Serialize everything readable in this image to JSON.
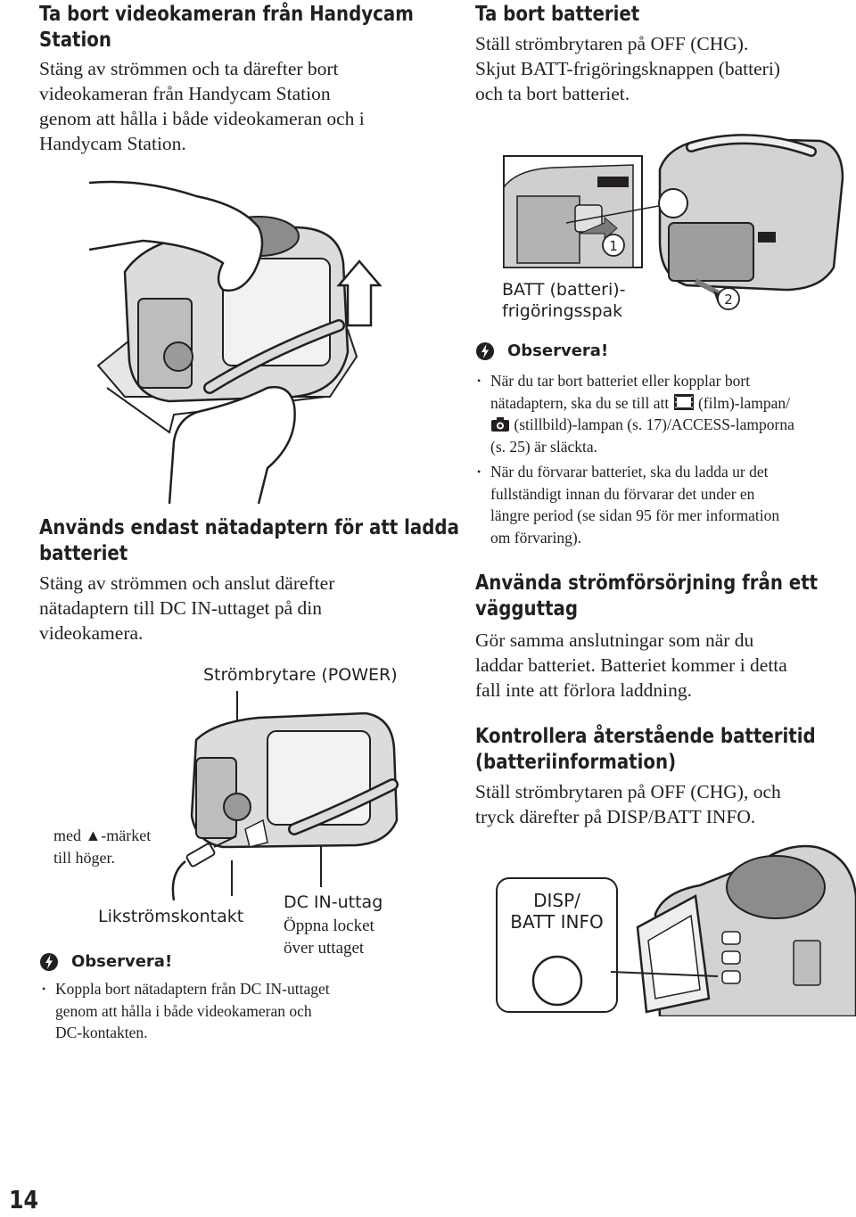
{
  "sec1": {
    "title": [
      "Ta bort videokameran från Handycam",
      "Station"
    ],
    "body": [
      "Stäng av strömmen och ta därefter bort",
      "videokameran från Handycam Station",
      "genom att hålla i både videokameran och i",
      "Handycam Station."
    ]
  },
  "sec2": {
    "title": [
      "Används endast nätadaptern för att ladda",
      "batteriet"
    ],
    "body": [
      "Stäng av strömmen och anslut därefter",
      "nätadaptern till DC IN-uttaget på din",
      "videokamera."
    ]
  },
  "fig2": {
    "power_label": "Strömbrytare (POWER)",
    "mark_label": [
      "med ▲-märket",
      "till höger."
    ],
    "dc_plug_label": "Likströmskontakt",
    "dc_in_label": "DC IN-uttag",
    "lid_label": [
      "Öppna locket",
      "över uttaget"
    ]
  },
  "note_left": {
    "title": "Observera!",
    "bullets": [
      [
        "Koppla bort nätadaptern från DC IN-uttaget",
        "genom att hålla i både videokameran och",
        "DC-kontakten."
      ]
    ]
  },
  "sec3": {
    "title": "Ta bort batteriet",
    "body": [
      "Ställ strömbrytaren på OFF (CHG).",
      "Skjut BATT-frigöringsknappen (batteri)",
      "och ta bort batteriet."
    ]
  },
  "fig3": {
    "release_label": [
      "BATT (batteri)-",
      "frigöringsspak"
    ],
    "step1": "1",
    "step2": "2"
  },
  "note_right": {
    "title": "Observera!",
    "bullet1": {
      "line1": "När du tar bort batteriet eller kopplar bort",
      "line2a": "nätadaptern, ska du se till att ",
      "line2b": " (film)-lampan/",
      "line3": " (stillbild)-lampan (s. 17)/ACCESS-lamporna",
      "line4": "(s. 25) är släckta."
    },
    "bullet2": [
      "När du förvarar batteriet, ska du ladda ur det",
      "fullständigt innan du förvarar det under en",
      "längre period (se sidan 95 för mer information",
      "om förvaring)."
    ]
  },
  "sec4": {
    "title": [
      "Använda strömförsörjning från ett",
      "vägguttag"
    ],
    "body": [
      "Gör samma anslutningar som när du",
      "laddar batteriet. Batteriet kommer i detta",
      "fall inte att förlora laddning."
    ]
  },
  "sec5": {
    "title": [
      "Kontrollera återstående batteritid",
      "(batteriinformation)"
    ],
    "body": [
      "Ställ strömbrytaren på OFF (CHG), och",
      "tryck därefter på DISP/BATT INFO."
    ]
  },
  "fig5": {
    "button_label": [
      "DISP/",
      "BATT INFO"
    ]
  },
  "page_number": "14",
  "icons": [
    "camera-on-station-illustration",
    "film-mode-icon",
    "still-camera-icon",
    "caution-icon",
    "disp-batt-info-button-icon"
  ]
}
